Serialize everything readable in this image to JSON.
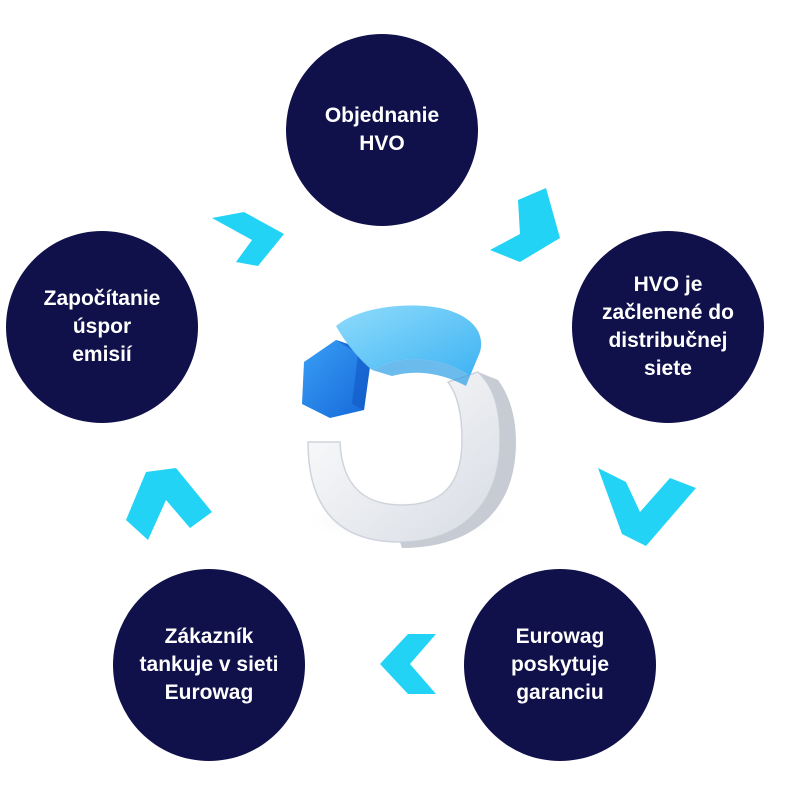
{
  "diagram": {
    "steps": [
      {
        "label": "Objednanie\nHVO"
      },
      {
        "label": "HVO je\nzačlenené do\ndistribučnej\nsiete"
      },
      {
        "label": "Eurowag\nposkytuje\ngaranciu"
      },
      {
        "label": "Zákazník\ntankuje v sieti\nEurowag"
      },
      {
        "label": "Započítanie\núspor\nemisií"
      }
    ],
    "colors": {
      "circle": "#10104a",
      "arrow": "#22d3f5",
      "icon_light_blue": "#5cc6f7",
      "icon_dark_blue": "#1f86ee",
      "icon_white": "#f1f3f7"
    },
    "center_icon": "cycle-icon",
    "arrow_icon": "chevron-icon"
  }
}
